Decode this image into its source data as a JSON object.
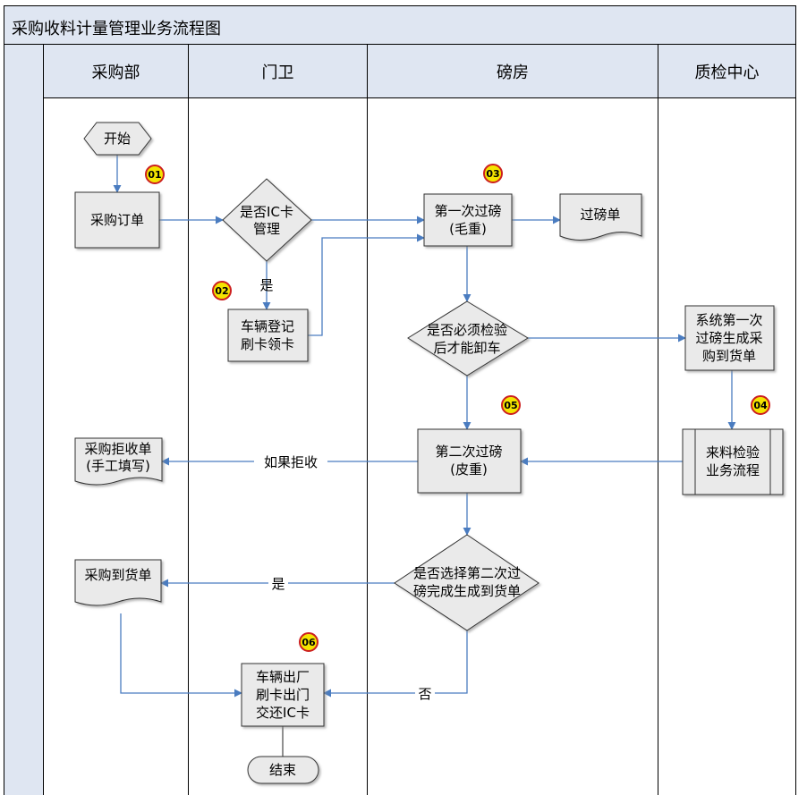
{
  "title": "采购收料计量管理业务流程图",
  "lanes": [
    "采购部",
    "门卫",
    "磅房",
    "质检中心"
  ],
  "nodes": {
    "start": "开始",
    "order": "采购订单",
    "ic_check": [
      "是否IC卡",
      "管理"
    ],
    "register": [
      "车辆登记",
      "刷卡领卡"
    ],
    "weigh1": [
      "第一次过磅",
      "(毛重)"
    ],
    "weigh_doc": "过磅单",
    "must_inspect": [
      "是否必须检验",
      "后才能卸车"
    ],
    "sys_gen": [
      "系统第一次",
      "过磅生成采",
      "购到货单"
    ],
    "inspect_flow": [
      "来料检验",
      "业务流程"
    ],
    "weigh2": [
      "第二次过磅",
      "(皮重)"
    ],
    "reject_doc": [
      "采购拒收单",
      "(手工填写)"
    ],
    "choose2": [
      "是否选择第二次过",
      "磅完成生成到货单"
    ],
    "arrival_doc": "采购到货单",
    "exit": [
      "车辆出厂",
      "刷卡出门",
      "交还IC卡"
    ],
    "end": "结束"
  },
  "edge_labels": {
    "yes1": "是",
    "reject": "如果拒收",
    "yes2": "是",
    "no": "否"
  },
  "badges": [
    "01",
    "02",
    "03",
    "04",
    "05",
    "06"
  ],
  "colors": {
    "header_bg": "#dfe6f2",
    "shape_fill": "#eaeaea",
    "arrow": "#4a7cc0",
    "badge_fill": "#f4e400",
    "badge_ring": "#cc1f1f"
  }
}
